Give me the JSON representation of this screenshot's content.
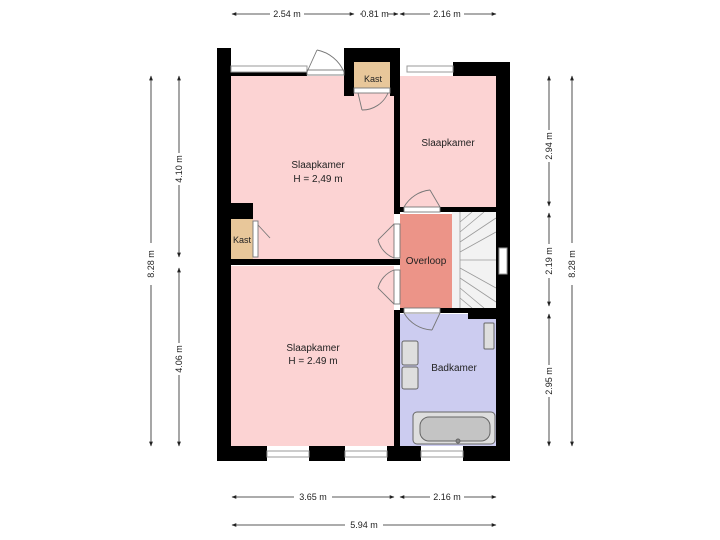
{
  "rooms": {
    "bedroom_top": {
      "name": "Slaapkamer",
      "height": "H = 2,49 m"
    },
    "bedroom_right": {
      "name": "Slaapkamer"
    },
    "bedroom_bottom": {
      "name": "Slaapkamer",
      "height": "H = 2.49 m"
    },
    "closet_top": {
      "name": "Kast"
    },
    "closet_left": {
      "name": "Kast"
    },
    "landing": {
      "name": "Overloop"
    },
    "bathroom": {
      "name": "Badkamer"
    }
  },
  "dimensions": {
    "top": [
      "2.54 m",
      "0.81 m",
      "2.16 m"
    ],
    "bottom": [
      "3.65 m",
      "2.16 m"
    ],
    "total_width": "5.94 m",
    "left_total": "8.28 m",
    "left_upper": "4.10 m",
    "left_lower": "4.06 m",
    "right_upper": "2.94 m",
    "right_middle": "2.19 m",
    "right_lower": "2.95 m",
    "right_total": "8.28 m"
  },
  "colors": {
    "bedroom": "#fcd3d3",
    "closet": "#e8c79a",
    "landing": "#ec9488",
    "bathroom": "#ccccf0",
    "stairs": "#f2f2f2",
    "wall": "#000000"
  }
}
